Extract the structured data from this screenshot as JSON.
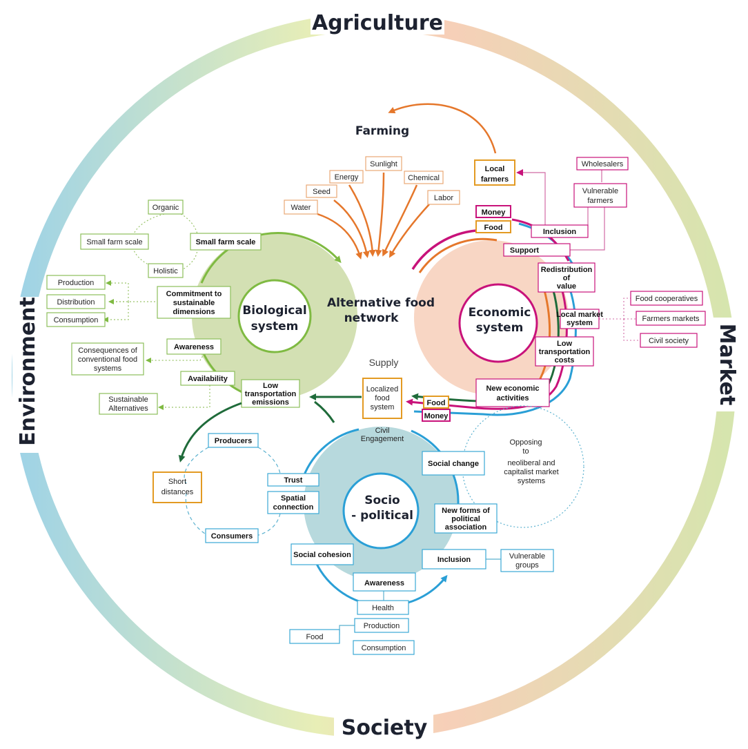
{
  "ring": {
    "top": "Agriculture",
    "right": "Market",
    "bottom": "Society",
    "left": "Environment"
  },
  "center": {
    "line1": "Alternative food",
    "line2": "network"
  },
  "farming": "Farming",
  "supply": "Supply",
  "civil": {
    "line1": "Civil",
    "line2": "Engagement"
  },
  "inputs": [
    "Water",
    "Seed",
    "Energy",
    "Sunlight",
    "Chemical",
    "Labor"
  ],
  "bio": {
    "title1": "Biological",
    "title2": "system",
    "organic": "Organic",
    "small_left": "Small farm scale",
    "holistic": "Holistic",
    "small_farm": "Small farm scale",
    "commitment": [
      "Commitment to",
      "sustainable",
      "dimensions"
    ],
    "production": "Production",
    "distribution": "Distribution",
    "consumption": "Consumption",
    "awareness": "Awareness",
    "consequences": [
      "Consequences of",
      "conventional food",
      "systems"
    ],
    "availability": "Availability",
    "sustainable": [
      "Sustainable",
      "Alternatives"
    ],
    "low_emissions": [
      "Low",
      "transportation",
      "emissions"
    ]
  },
  "eco": {
    "title1": "Economic",
    "title2": "system",
    "local_farmers": [
      "Local",
      "farmers"
    ],
    "wholesalers": "Wholesalers",
    "vulnerable": [
      "Vulnerable",
      "farmers"
    ],
    "money_top": "Money",
    "food_top": "Food",
    "inclusion": "Inclusion",
    "support": "Support",
    "redistribution": [
      "Redistribution",
      "of",
      "value"
    ],
    "local_market": [
      "Local market",
      "system"
    ],
    "food_coop": "Food cooperatives",
    "farmers_markets": "Farmers markets",
    "civil_society": "Civil society",
    "low_costs": [
      "Low",
      "transportation",
      "costs"
    ],
    "new_activities": [
      "New economic",
      "activities"
    ],
    "food_bottom": "Food",
    "money_bottom": "Money",
    "localized": [
      "Localized",
      "food",
      "system"
    ]
  },
  "soc": {
    "title1": "Socio",
    "title2": "- political",
    "producers": "Producers",
    "consumers": "Consumers",
    "short": [
      "Short",
      "distances"
    ],
    "trust": "Trust",
    "spatial": [
      "Spatial",
      "connection"
    ],
    "social_change": "Social change",
    "opposing": [
      "Opposing",
      "to",
      "neoliberal and",
      "capitalist market",
      "systems"
    ],
    "new_forms": [
      "New forms of",
      "political",
      "association"
    ],
    "inclusion": "Inclusion",
    "vulnerable_groups": [
      "Vulnerable",
      "groups"
    ],
    "cohesion": "Social cohesion",
    "awareness": "Awareness",
    "health": "Health",
    "production": "Production",
    "food": "Food",
    "consumption": "Consumption"
  },
  "colors": {
    "green_fill": "#d3e0b3",
    "green_line": "#7fba42",
    "dark_green": "#1f6b3a",
    "peach_fill": "#f8d6c4",
    "magenta": "#c8127a",
    "orange": "#e5772b",
    "blue_fill": "#b7d9dd",
    "blue_line": "#2a9fd6",
    "gold": "#e39a22"
  }
}
